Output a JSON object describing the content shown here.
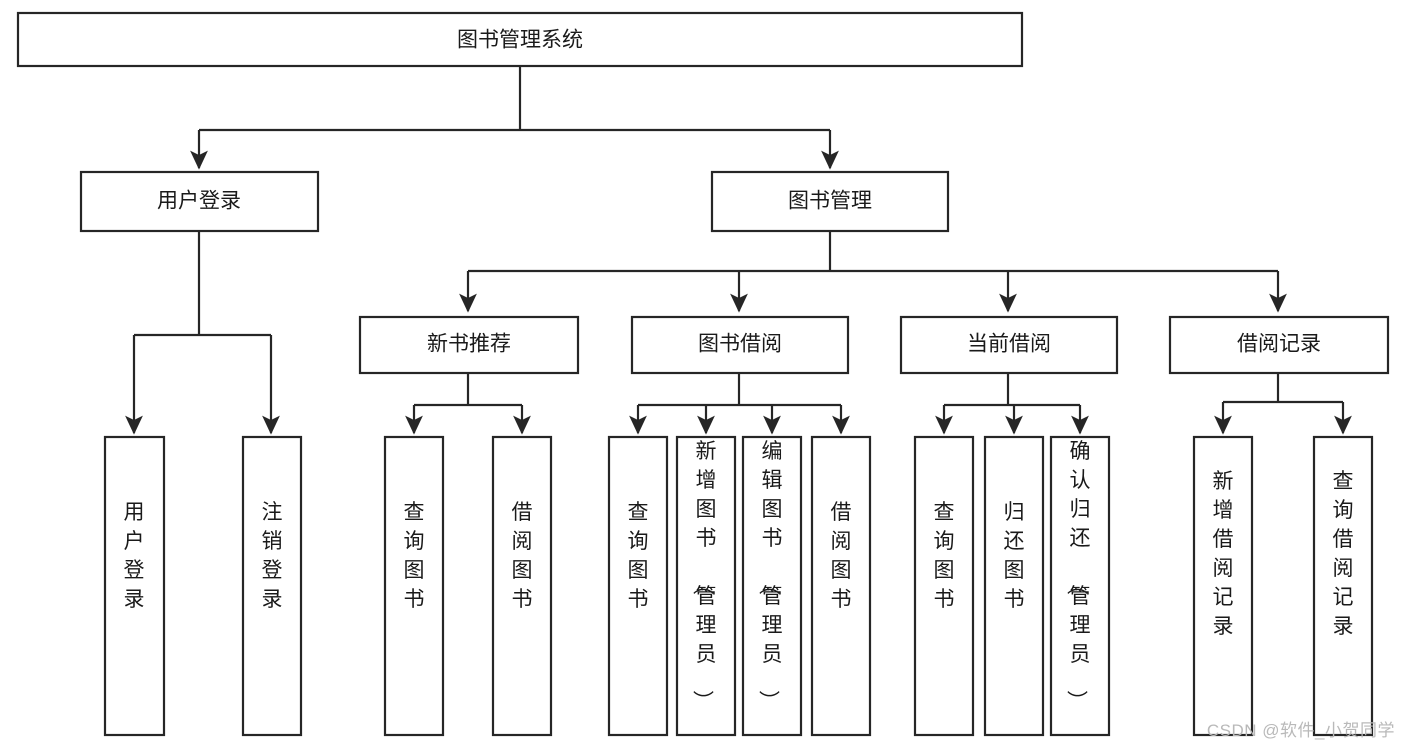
{
  "diagram": {
    "type": "tree-hierarchy-diagram",
    "title": "图书管理系统",
    "colors": {
      "stroke": "#262626",
      "box_fill": "#ffffff",
      "text": "#1a1a1a",
      "background": "#ffffff",
      "watermark": "#b9b9b9"
    },
    "levels": {
      "root": {
        "label": "图书管理系统"
      },
      "level2": [
        {
          "label": "用户登录"
        },
        {
          "label": "图书管理"
        }
      ],
      "level3": [
        {
          "label": "新书推荐"
        },
        {
          "label": "图书借阅"
        },
        {
          "label": "当前借阅"
        },
        {
          "label": "借阅记录"
        }
      ],
      "leaves": {
        "user_login": [
          {
            "label": "用户登录"
          },
          {
            "label": "注销登录"
          }
        ],
        "new_book_recommend": [
          {
            "label": "查询图书"
          },
          {
            "label": "借阅图书"
          }
        ],
        "book_borrow": [
          {
            "label": "查询图书"
          },
          {
            "label": "新增图书（管理员）"
          },
          {
            "label": "编辑图书（管理员）"
          },
          {
            "label": "借阅图书"
          }
        ],
        "current_borrow": [
          {
            "label": "查询图书"
          },
          {
            "label": "归还图书"
          },
          {
            "label": "确认归还（管理员）"
          }
        ],
        "borrow_record": [
          {
            "label": "新增借阅记录"
          },
          {
            "label": "查询借阅记录"
          }
        ]
      }
    },
    "watermark": "CSDN @软件_小贺同学"
  }
}
